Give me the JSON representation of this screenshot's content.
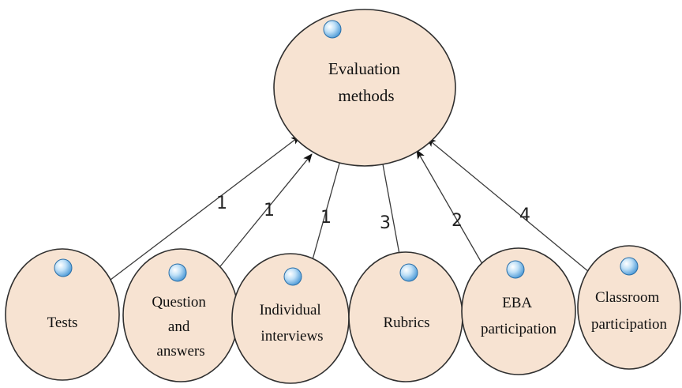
{
  "diagram": {
    "root": {
      "label_lines": [
        "Evaluation",
        "methods"
      ]
    },
    "children": [
      {
        "id": "tests",
        "label_lines": [
          "Tests"
        ],
        "edge_label": "1"
      },
      {
        "id": "question-and-answers",
        "label_lines": [
          "Question",
          "and",
          "answers"
        ],
        "edge_label": "1"
      },
      {
        "id": "individual-interviews",
        "label_lines": [
          "Individual",
          "interviews"
        ],
        "edge_label": "1"
      },
      {
        "id": "rubrics",
        "label_lines": [
          "Rubrics"
        ],
        "edge_label": "3"
      },
      {
        "id": "eba-participation",
        "label_lines": [
          "EBA",
          "participation"
        ],
        "edge_label": "2"
      },
      {
        "id": "classroom-participation",
        "label_lines": [
          "Classroom",
          "participation"
        ],
        "edge_label": "4"
      }
    ],
    "colors": {
      "node_fill": "#f7e3d2",
      "node_stroke": "#2f2f2f",
      "marker": "#6fb3e8",
      "edge": "#3a3a3a"
    }
  }
}
